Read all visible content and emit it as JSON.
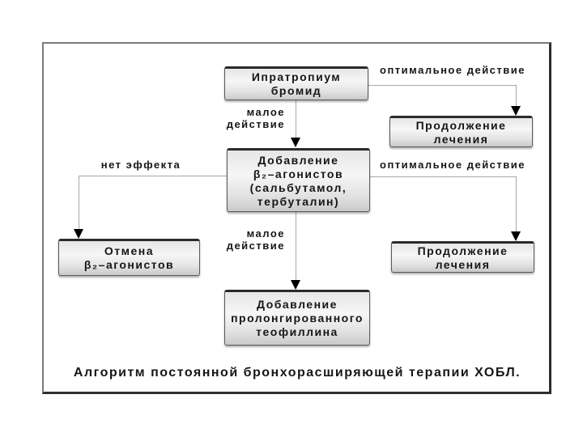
{
  "diagram": {
    "caption": "Алгоритм постоянной бронхорасширяющей терапии ХОБЛ.",
    "nodes": {
      "ipratropium": {
        "label": "Ипратропиум\nбромид"
      },
      "continue_top": {
        "label": "Продолжение\nлечения"
      },
      "add_beta_agonists": {
        "label": "Добавление\nβ₂–агонистов\n(сальбутамол,\nтербуталин)"
      },
      "cancel_beta_agonists": {
        "label": "Отмена\nβ₂–агонистов"
      },
      "continue_bottom": {
        "label": "Продолжение\nлечения"
      },
      "add_theophylline": {
        "label": "Добавление\nпролонгированного\nтеофиллина"
      }
    },
    "edge_labels": {
      "optimal_top": "оптимальное действие",
      "small_top": "малое\nдействие",
      "no_effect": "нет эффекта",
      "optimal_mid": "оптимальное действие",
      "small_mid": "малое\nдействие"
    },
    "colors": {
      "box_fill": "#ececec",
      "box_border": "#2b2b2b",
      "connector_line": "#a8a8a8",
      "arrow": "#000000",
      "frame_border": "#7a7a7a",
      "text": "#161616",
      "background": "#ffffff"
    }
  }
}
